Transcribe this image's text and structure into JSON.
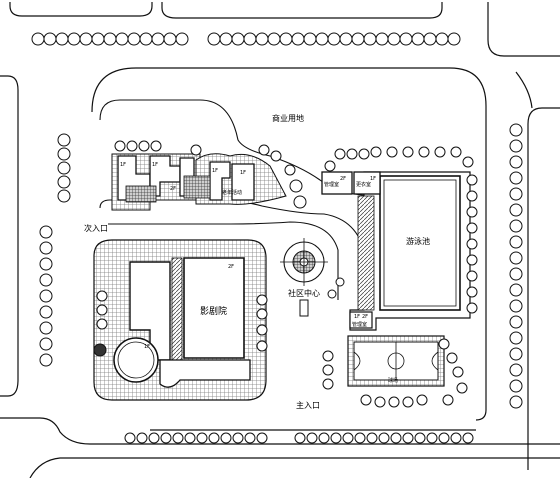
{
  "labels": {
    "commercial_land": "商业用地",
    "secondary_entrance": "次入口",
    "main_entrance": "主入口",
    "community_center": "社区中心",
    "cinema": "影剧院",
    "swimming_pool": "游泳池",
    "old_age_activity": "老年活动",
    "bld_label_a": "管理室",
    "bld_label_b": "更衣室",
    "bld_label_c": "管理室",
    "court_label": "球场",
    "floor_a": "1F",
    "floor_b": "1F",
    "floor_c": "2F",
    "floor_d": "1F",
    "floor_e": "1F",
    "floor_f": "2F",
    "floor_g": "1F",
    "floor_h": "2F",
    "floor_i": "1F",
    "floor_j": "2F",
    "floor_k": "1F"
  },
  "colors": {
    "line": "#111111",
    "paving": "#9a9a9a",
    "paving_dark": "#6a6a6a",
    "background": "#ffffff"
  }
}
